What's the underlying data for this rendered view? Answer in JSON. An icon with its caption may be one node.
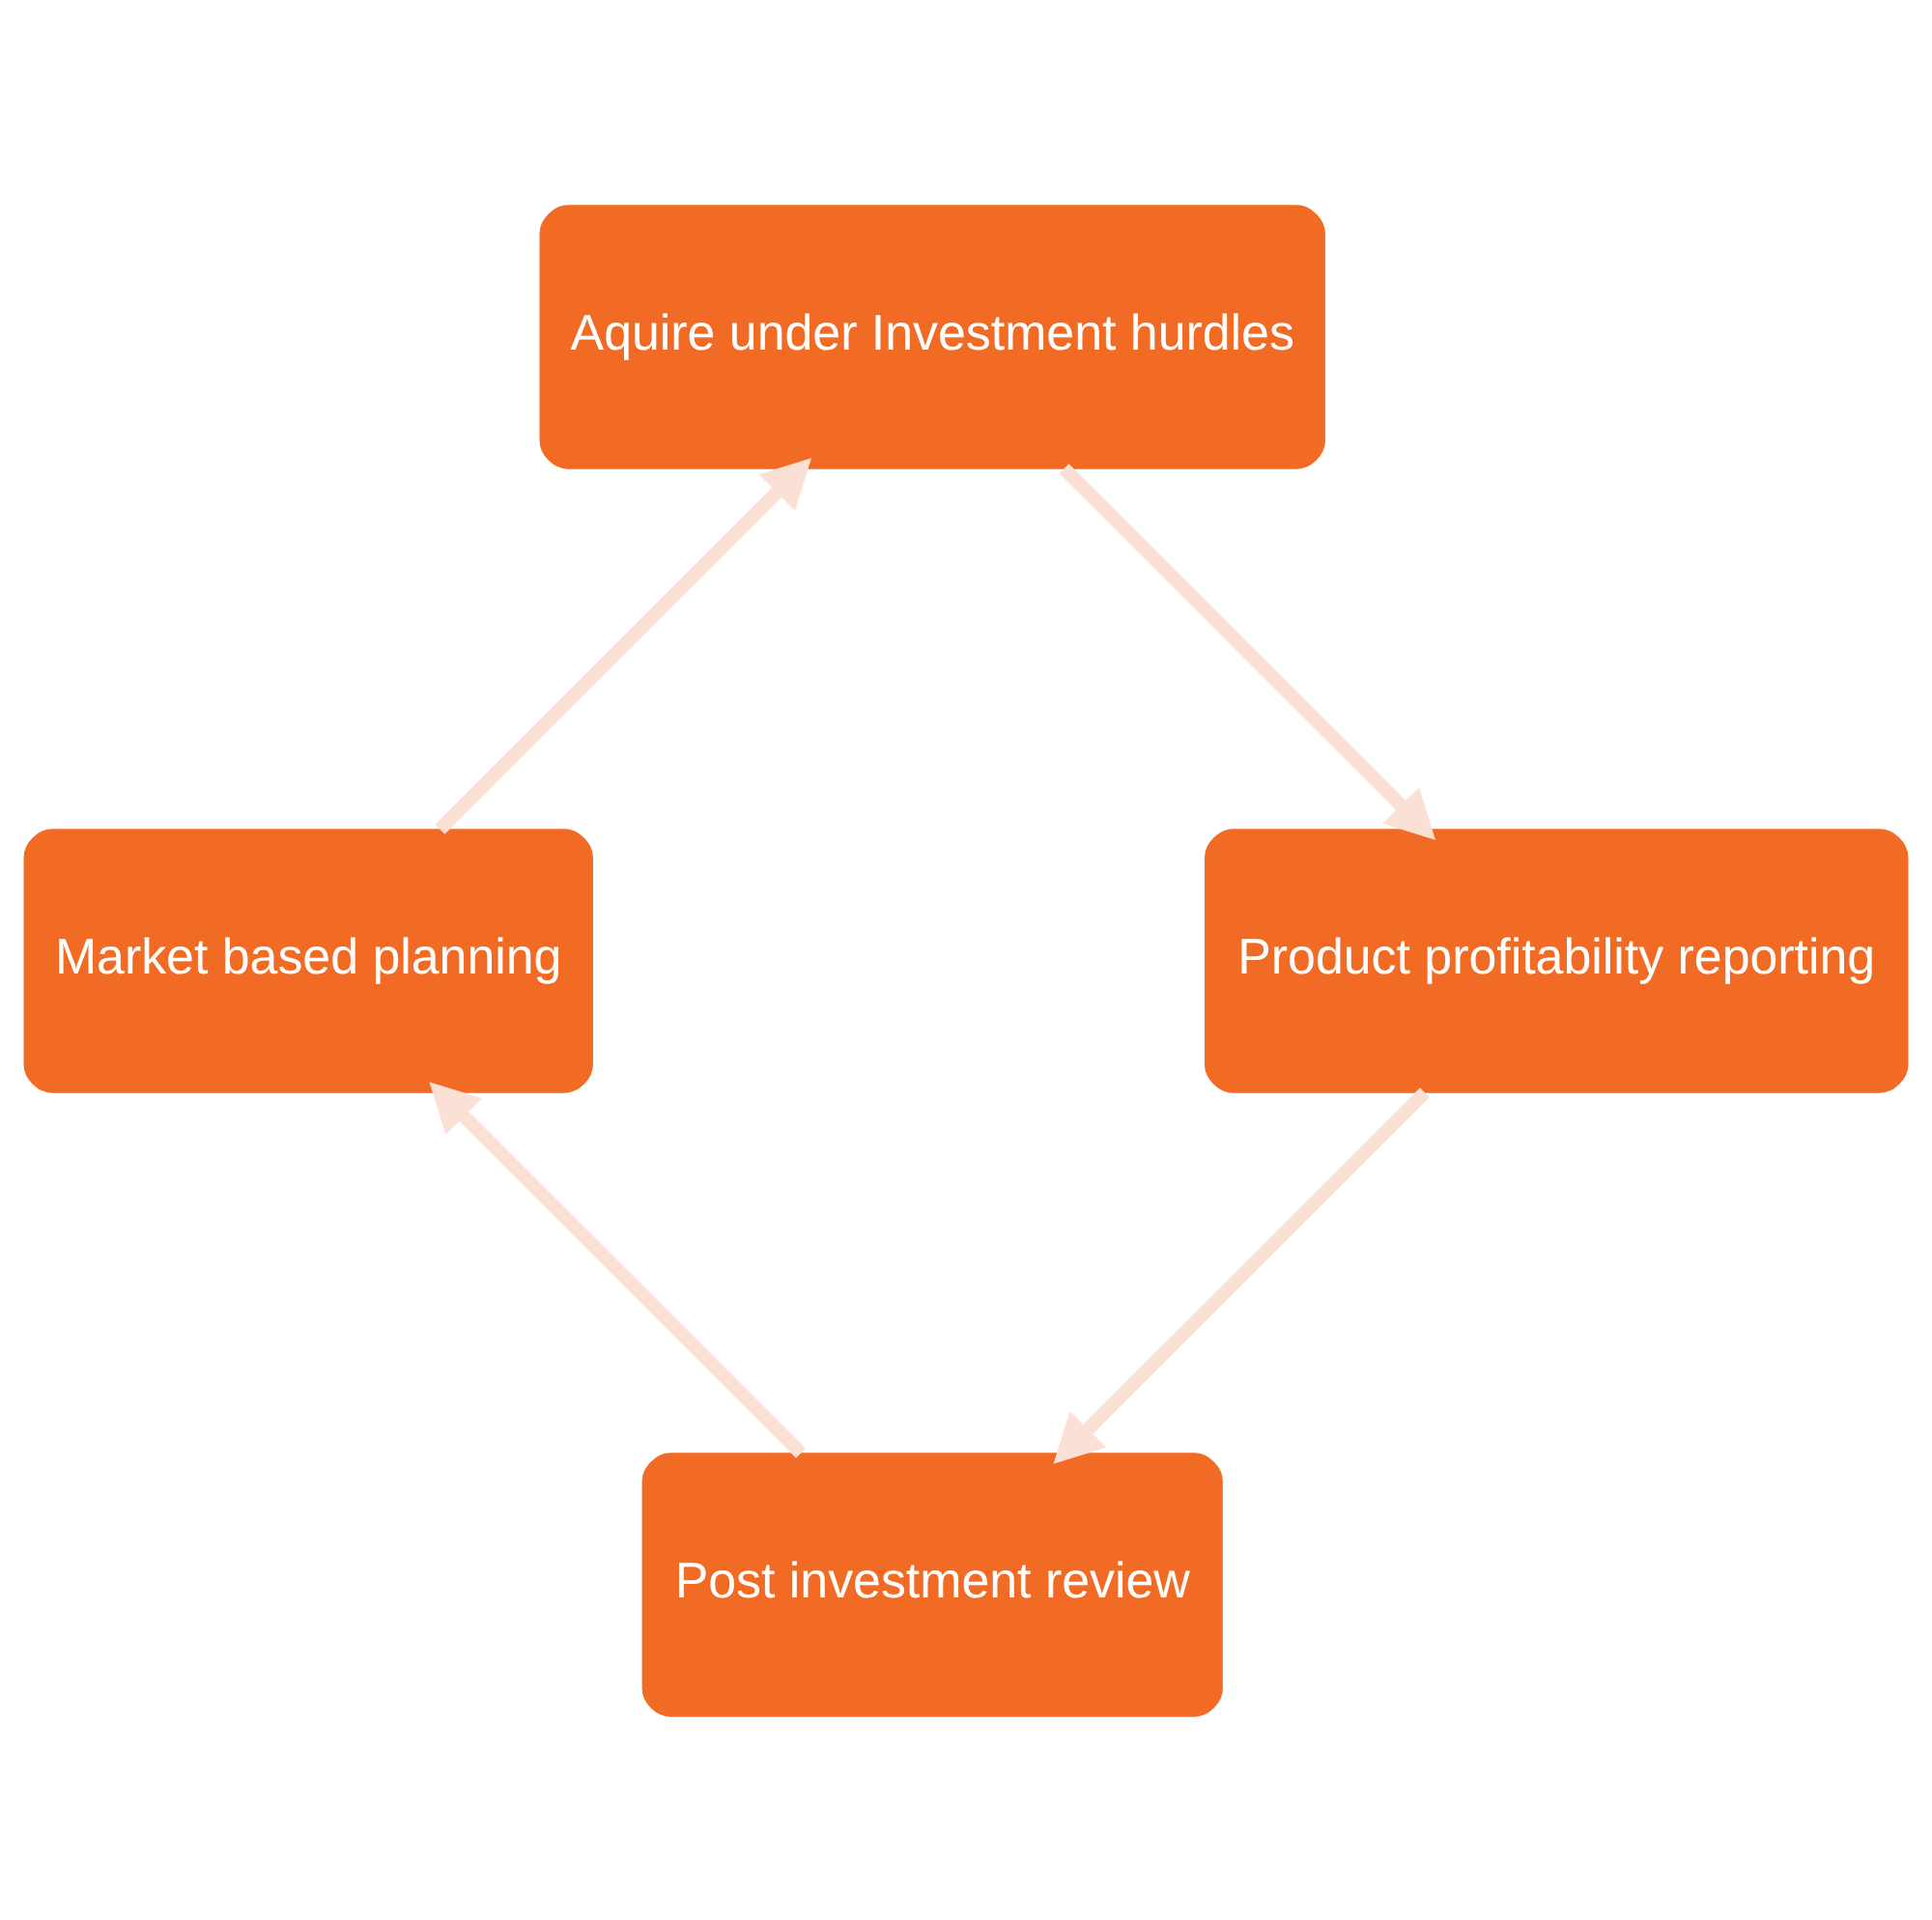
{
  "diagram": {
    "nodes": [
      {
        "text": [
          "Post investment review"
        ]
      },
      {
        "text": [
          "Market based planning"
        ]
      },
      {
        "text": [
          "Product profitability reporting"
        ]
      },
      {
        "text": [
          "Aquire under Investment hurdles"
        ]
      }
    ],
    "edges": [
      {
        "from": 0,
        "to": 1,
        "arrow": "to"
      },
      {
        "from": 1,
        "to": 3,
        "arrow": "to"
      },
      {
        "from": 3,
        "to": 2,
        "arrow": "to"
      },
      {
        "from": 2,
        "to": 0,
        "arrow": "to"
      }
    ]
  }
}
